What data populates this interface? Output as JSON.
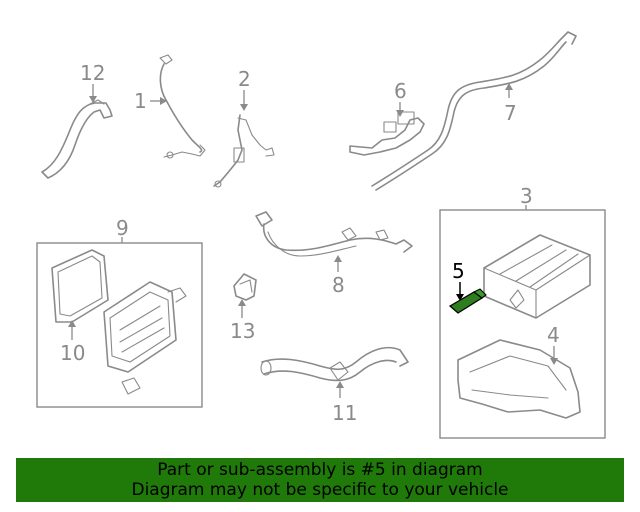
{
  "callouts": {
    "c1": "1",
    "c2": "2",
    "c3": "3",
    "c4": "4",
    "c5": "5",
    "c6": "6",
    "c7": "7",
    "c8": "8",
    "c9": "9",
    "c10": "10",
    "c11": "11",
    "c12": "12",
    "c13": "13"
  },
  "highlighted_part": "5",
  "colors": {
    "line_art": "#8a8a8a",
    "highlight_part": "#2e7d1f",
    "banner_bg": "#1f7a0a",
    "banner_text": "#000000"
  },
  "banner": {
    "line1": "Part or sub-assembly is #5 in diagram",
    "line2": "Diagram may not be specific to your vehicle"
  }
}
